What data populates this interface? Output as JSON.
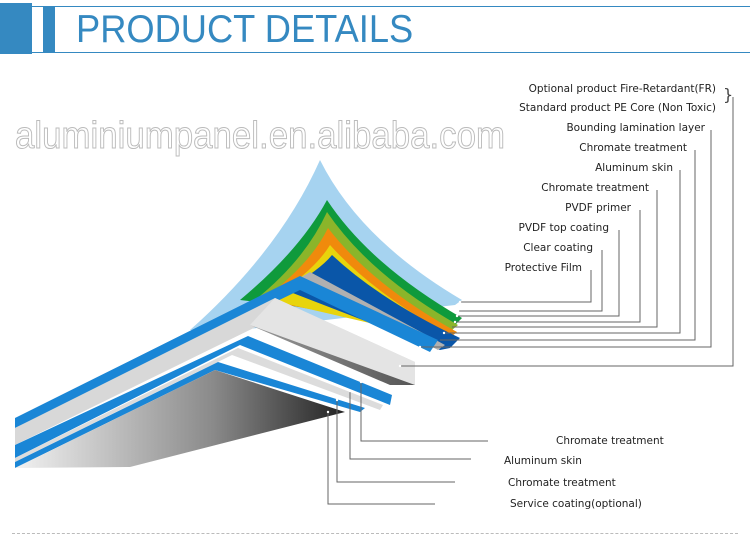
{
  "header": {
    "title": "PRODUCT DETAILS"
  },
  "watermark": "aluminiumpanel.en.alibaba.com",
  "colors": {
    "accent": "#3589c1",
    "film": "#a6d3f0",
    "green": "#0f9a3c",
    "olive": "#8bb52a",
    "orange": "#f08a0c",
    "yellow": "#e8d40c",
    "navy": "#0a56a8",
    "blue": "#1a86d6",
    "grey": "#c9c9c9"
  },
  "labels_top": [
    "Optional product Fire-Retardant(FR)",
    "Standard product PE Core (Non Toxic)",
    "Bounding lamination layer",
    "Chromate treatment",
    "Aluminum skin",
    "Chromate treatment",
    "PVDF primer",
    "PVDF top coating",
    "Clear coating",
    "Protective Film"
  ],
  "labels_bottom": [
    "Chromate treatment",
    "Aluminum skin",
    "Chromate treatment",
    "Service coating(optional)"
  ]
}
